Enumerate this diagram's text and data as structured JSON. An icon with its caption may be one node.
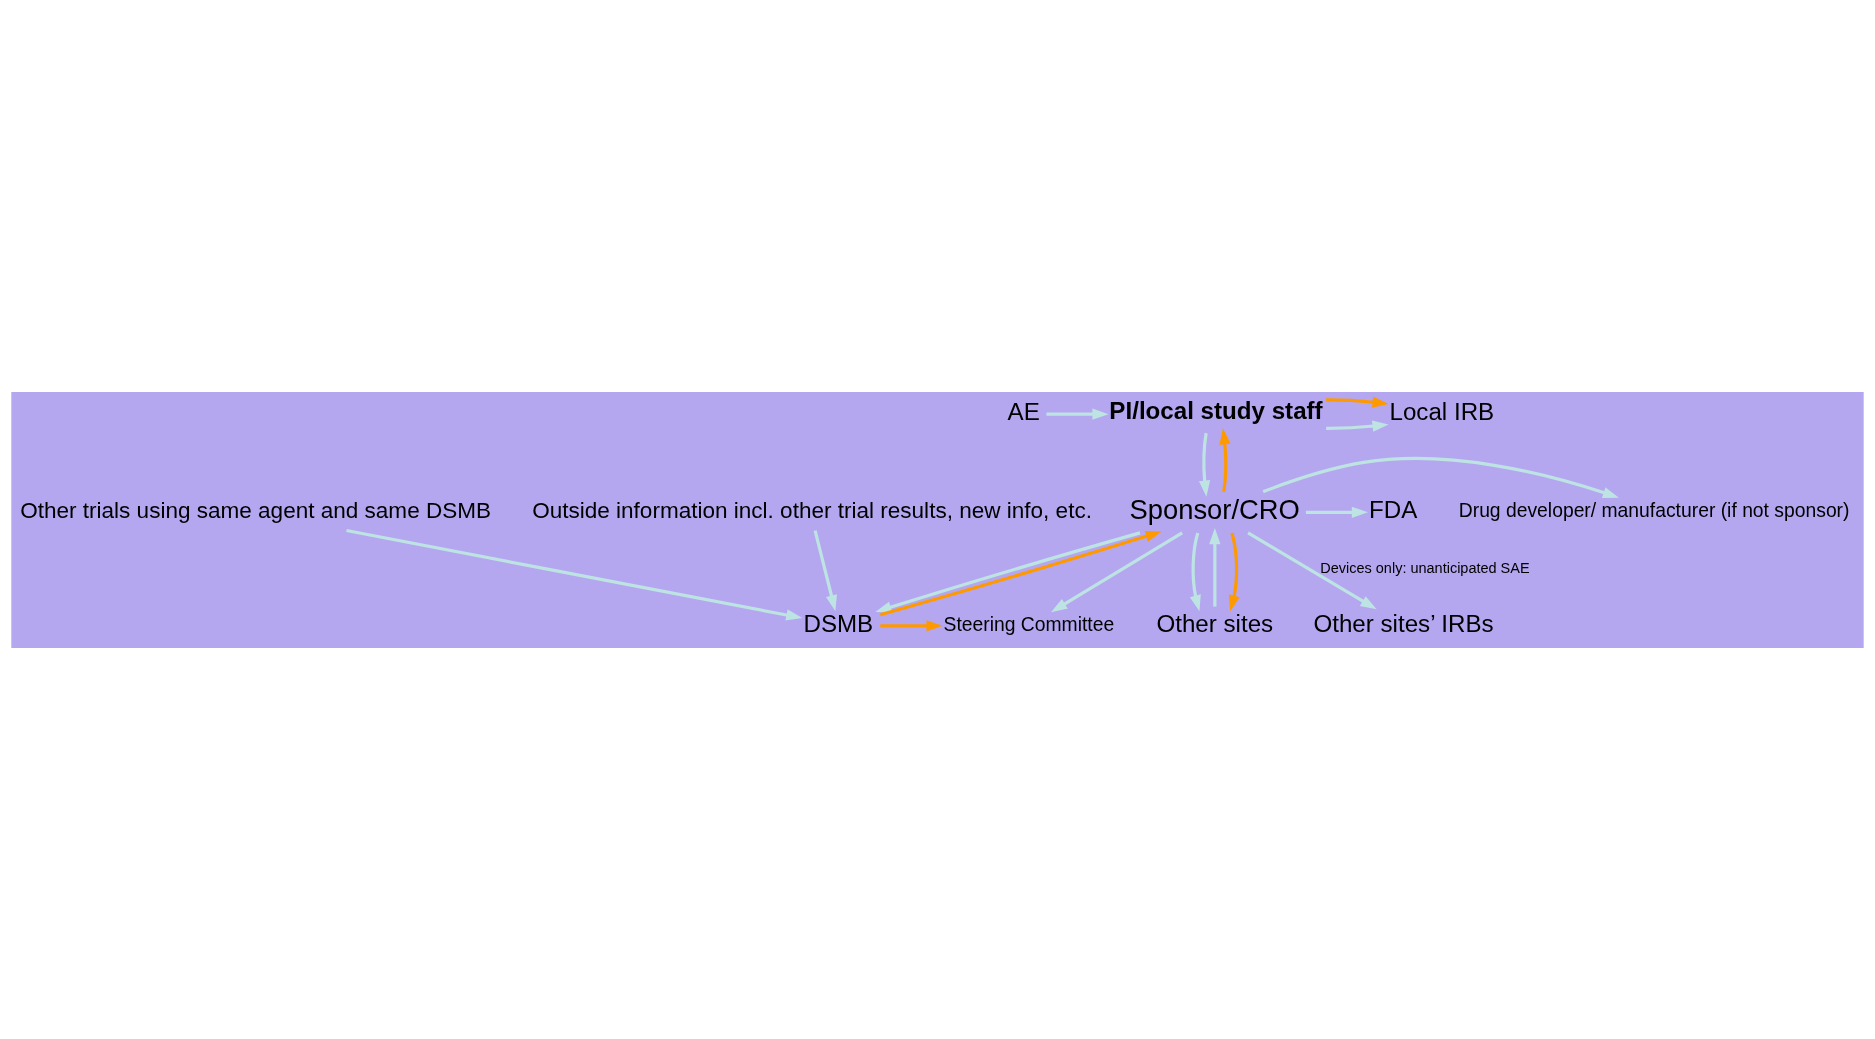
{
  "diagram": {
    "nodes": [
      {
        "text": [
          "AE"
        ]
      },
      {
        "text": [
          "PI/local study staff"
        ]
      },
      {
        "text": [
          "Local IRB"
        ]
      },
      {
        "text": [
          "Drug developer/ manufacturer (if not sponsor)"
        ]
      },
      {
        "text": [
          "Sponsor/CRO"
        ]
      },
      {
        "text": [
          "FDA"
        ]
      },
      {
        "text": [
          "DSMB"
        ]
      },
      {
        "text": [
          "Steering Committee"
        ]
      },
      {
        "text": [
          "Other sites"
        ]
      },
      {
        "text": [
          "Other sites’ IRBs"
        ]
      },
      {
        "text": [
          "Other trials using same agent and same DSMB"
        ]
      },
      {
        "text": [
          "Outside information incl. other trial results, new info, etc."
        ]
      }
    ],
    "edges": [
      {
        "from": 0,
        "to": 1,
        "arrow": "to"
      },
      {
        "from": 1,
        "to": 2,
        "arrow": "to"
      },
      {
        "from": 1,
        "to": 2,
        "arrow": "to",
        "color": "#ff9900"
      },
      {
        "from": 1,
        "to": 4,
        "arrow": "to"
      },
      {
        "from": 4,
        "to": 1,
        "arrow": "to",
        "color": "#ff9900"
      },
      {
        "from": 4,
        "to": 3,
        "arrow": "to"
      },
      {
        "from": 4,
        "to": 5,
        "arrow": "to"
      },
      {
        "from": 4,
        "to": 9,
        "arrow": "to",
        "label": "Devices only: unanticipated SAE"
      },
      {
        "from": 6,
        "to": 4,
        "arrow": "to",
        "color": "#ff9900"
      },
      {
        "from": 4,
        "to": 6,
        "arrow": "to"
      },
      {
        "from": 4,
        "to": 7,
        "arrow": "to"
      },
      {
        "from": 8,
        "to": 4,
        "arrow": "to"
      },
      {
        "from": 4,
        "to": 8,
        "arrow": "to"
      },
      {
        "from": 4,
        "to": 8,
        "arrow": "to",
        "color": "#ff9900"
      },
      {
        "from": 6,
        "to": 7,
        "arrow": "to",
        "color": "#ff9900"
      },
      {
        "from": 10,
        "to": 6,
        "arrow": "to"
      },
      {
        "from": 11,
        "to": 6,
        "arrow": "to"
      }
    ]
  }
}
